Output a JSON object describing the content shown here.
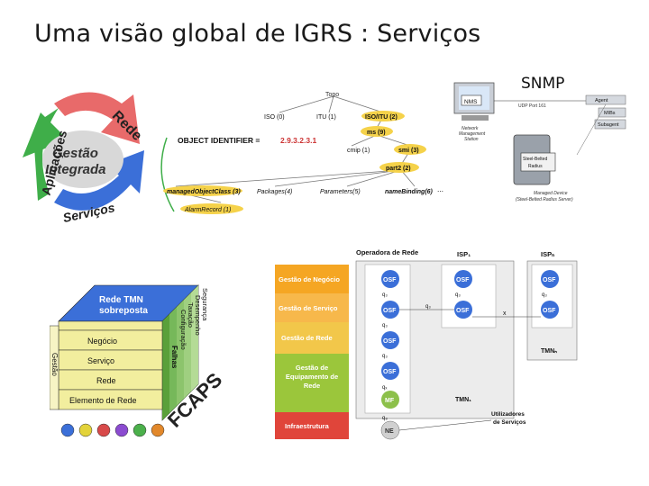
{
  "title": "Uma visão global de IGRS : Serviços",
  "cycle": {
    "center_top": "Gestão",
    "center_bottom": "Integrada",
    "arrow_rede": "Rede",
    "arrow_aplicacoes": "Aplicações",
    "arrow_servicos": "Serviços"
  },
  "oid_tree": {
    "root": "Topo",
    "level1": [
      "ISO (0)",
      "ITU (1)",
      "ISO/ITU (2)"
    ],
    "oid_label": "OBJECT IDENTIFIER = ",
    "oid_value": "2.9.3.2.3.1",
    "ms": "ms (9)",
    "cmip": "cmip (1)",
    "smi": "smi (3)",
    "part2": "part2 (2)",
    "bottom_nodes": [
      "managedObjectClass (3)",
      "Packages(4)",
      "Parameters(5)",
      "nameBinding(6)",
      "⋯"
    ],
    "alarm_record": "AlarmRecord (1)"
  },
  "snmp": {
    "label": "SNMP",
    "nms_box": "NMS",
    "nms_caption": [
      "Network",
      "Management",
      "Station"
    ],
    "port": "UDP Port 161",
    "agent_boxes": [
      "Agent",
      "MIBs",
      "Subagent"
    ],
    "server_lines": [
      "Steel-Belted",
      "Radius"
    ],
    "device_caption": [
      "Managed Device",
      "(Steel-Belted Radius Server)"
    ]
  },
  "tmn_cube": {
    "top_line1": "Rede TMN",
    "top_line2": "sobreposta",
    "layers": [
      "Negócio",
      "Serviço",
      "Rede",
      "Elemento de Rede"
    ],
    "left_side": "Gestão",
    "functions": [
      "Segurança",
      "Desempenho",
      "Taxação",
      "Configuração",
      "Falhas"
    ],
    "fcaps": "FCAPS"
  },
  "tmn_arch": {
    "operator": "Operadora de Rede",
    "isp1": "ISP₁",
    "ispn": "ISPₙ",
    "layers": [
      "Gestão de Negócio",
      "Gestão de Serviço",
      "Gestão de Rede",
      "Gestão de Equipamento de Rede",
      "Infraestrutura"
    ],
    "osf": "OSF",
    "mf": "MF",
    "ne": "NE",
    "q3": "q₃",
    "qx": "qₓ",
    "q8": "q₈",
    "x": "x",
    "tmn1": "TMN₁",
    "tmnn": "TMNₙ",
    "users": [
      "Utilizadores",
      "de Serviços"
    ]
  }
}
